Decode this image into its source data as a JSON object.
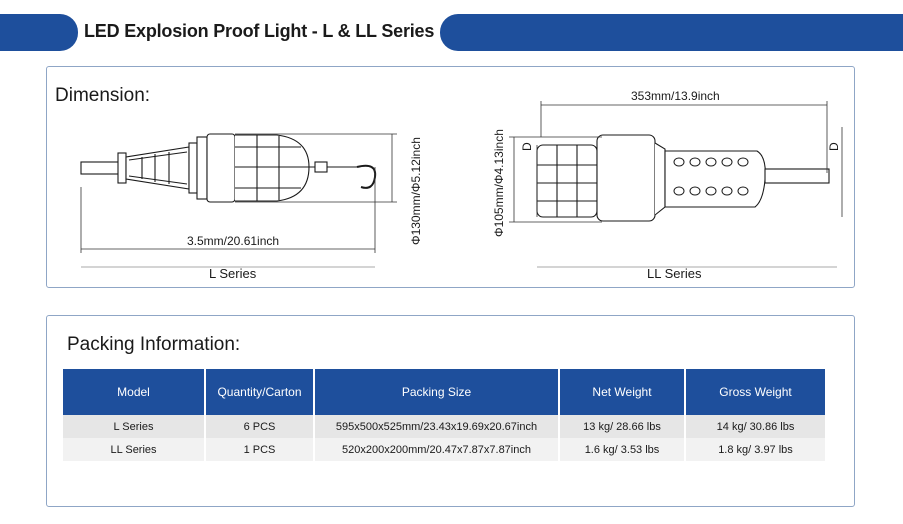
{
  "header": {
    "title": "LED Explosion Proof Light - L & LL Series"
  },
  "dimension_section": {
    "heading": "Dimension:",
    "l_series": {
      "caption": "L Series",
      "length_label": "3.5mm/20.61inch",
      "diameter_label": "Φ130mm/Φ5.12inch"
    },
    "ll_series": {
      "caption": "LL Series",
      "length_label": "353mm/13.9inch",
      "diameter_label": "Φ105mm/Φ4.13inch",
      "marker_left": "D",
      "marker_right": "D"
    }
  },
  "packing_section": {
    "heading": "Packing Information:",
    "columns": [
      "Model",
      "Quantity/Carton",
      "Packing Size",
      "Net Weight",
      "Gross Weight"
    ],
    "rows": [
      [
        "L Series",
        "6 PCS",
        "595x500x525mm/23.43x19.69x20.67inch",
        "13 kg/ 28.66 lbs",
        "14 kg/ 30.86 lbs"
      ],
      [
        "LL Series",
        "1 PCS",
        "520x200x200mm/20.47x7.87x7.87inch",
        "1.6 kg/ 3.53 lbs",
        "1.8 kg/ 3.97 lbs"
      ]
    ]
  },
  "colors": {
    "brand_blue": "#1e4f9c",
    "panel_border": "#8fa6c6",
    "row_shade": "#e6e6e6"
  }
}
